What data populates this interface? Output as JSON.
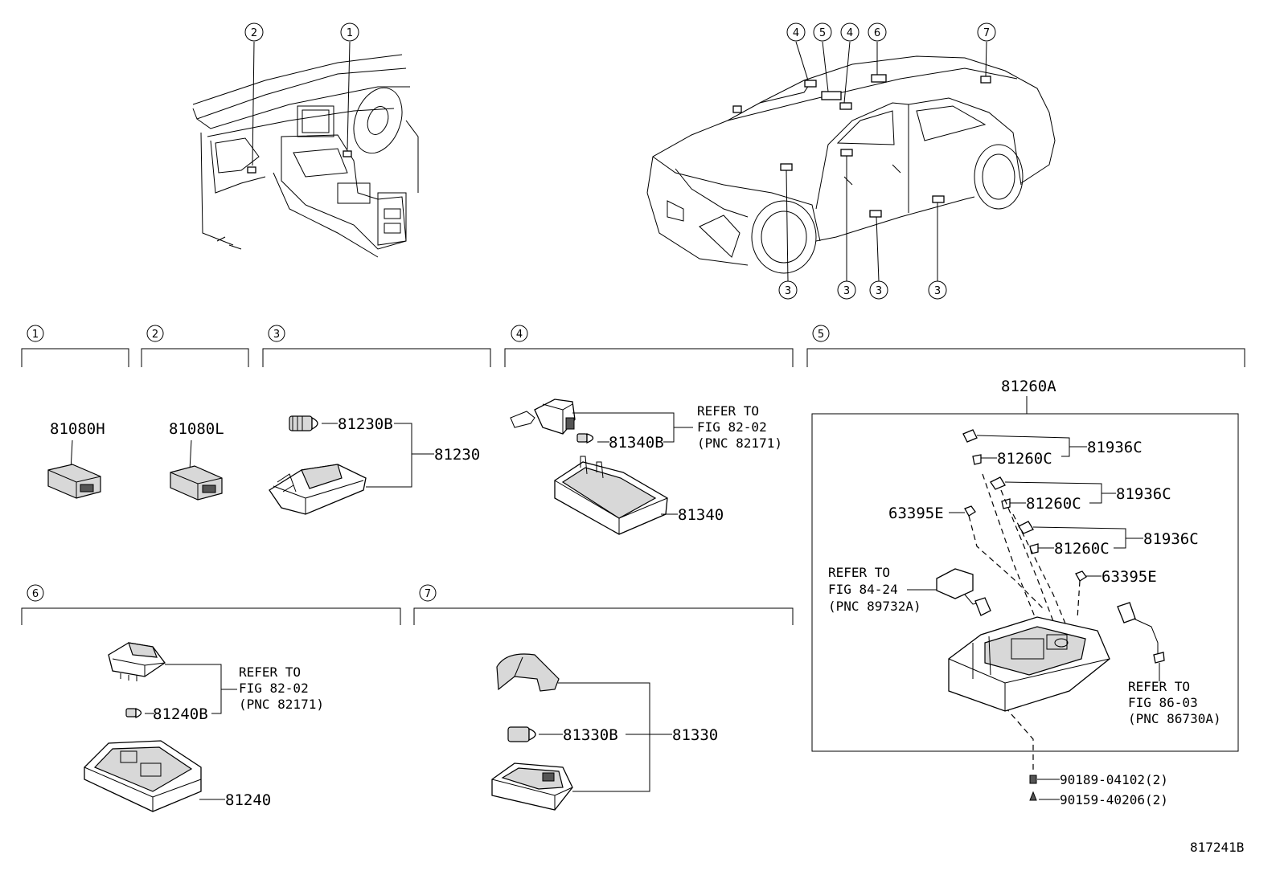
{
  "overview": {
    "interior_callouts": [
      "2",
      "1"
    ],
    "vehicle_top_callouts": [
      "4",
      "5",
      "4",
      "6",
      "7"
    ],
    "vehicle_bottom_callouts": [
      "3",
      "3",
      "3",
      "3"
    ]
  },
  "sections": [
    {
      "id": "1",
      "parts": [
        "81080H"
      ]
    },
    {
      "id": "2",
      "parts": [
        "81080L"
      ]
    },
    {
      "id": "3",
      "parts": [
        "81230B",
        "81230"
      ]
    },
    {
      "id": "4",
      "parts": [
        "81340B",
        "81340"
      ],
      "refer": [
        "REFER TO",
        "FIG 82-02",
        "(PNC 82171)"
      ]
    },
    {
      "id": "5",
      "assembly": "81260A",
      "parts": [
        "81260C",
        "81936C",
        "81260C",
        "81936C",
        "81260C",
        "81936C",
        "63395E",
        "63395E",
        "90189-04102(2)",
        "90159-40206(2)"
      ],
      "refer_left": [
        "REFER TO",
        "FIG 84-24",
        "(PNC 89732A)"
      ],
      "refer_right": [
        "REFER TO",
        "FIG 86-03",
        "(PNC 86730A)"
      ]
    },
    {
      "id": "6",
      "parts": [
        "81240B",
        "81240"
      ],
      "refer": [
        "REFER TO",
        "FIG 82-02",
        "(PNC 82171)"
      ]
    },
    {
      "id": "7",
      "parts": [
        "81330B",
        "81330"
      ]
    }
  ],
  "figure_id": "817241B"
}
